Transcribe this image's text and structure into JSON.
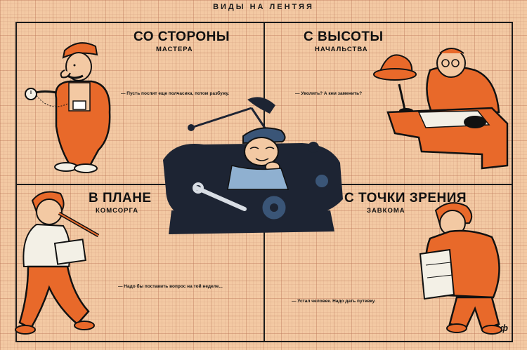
{
  "title": "ВИДЫ НА ЛЕНТЯЯ",
  "panels": {
    "top_left": {
      "heading": "СО СТОРОНЫ",
      "subheading": "МАСТЕРА",
      "quote": "— Пусть поспит еще полчасика, потом разбужу."
    },
    "top_right": {
      "heading": "С ВЫСОТЫ",
      "subheading": "НАЧАЛЬСТВА",
      "quote": "— Уволить? А кем заменить?"
    },
    "bottom_left": {
      "heading": "В ПЛАНЕ",
      "subheading": "КОМСОРГА",
      "quote": "— Надо бы поставить вопрос на той неделе..."
    },
    "bottom_right": {
      "heading": "С ТОЧКИ ЗРЕНИЯ",
      "subheading": "ЗАВКОМА",
      "quote": "— Устал человек. Надо дать путевку."
    }
  },
  "signature": "Юф",
  "colors": {
    "background": "#f3c9a3",
    "orange": "#e8692a",
    "ink": "#1a1a1a",
    "machine": "#1d2433",
    "cap": "#3a5577"
  }
}
